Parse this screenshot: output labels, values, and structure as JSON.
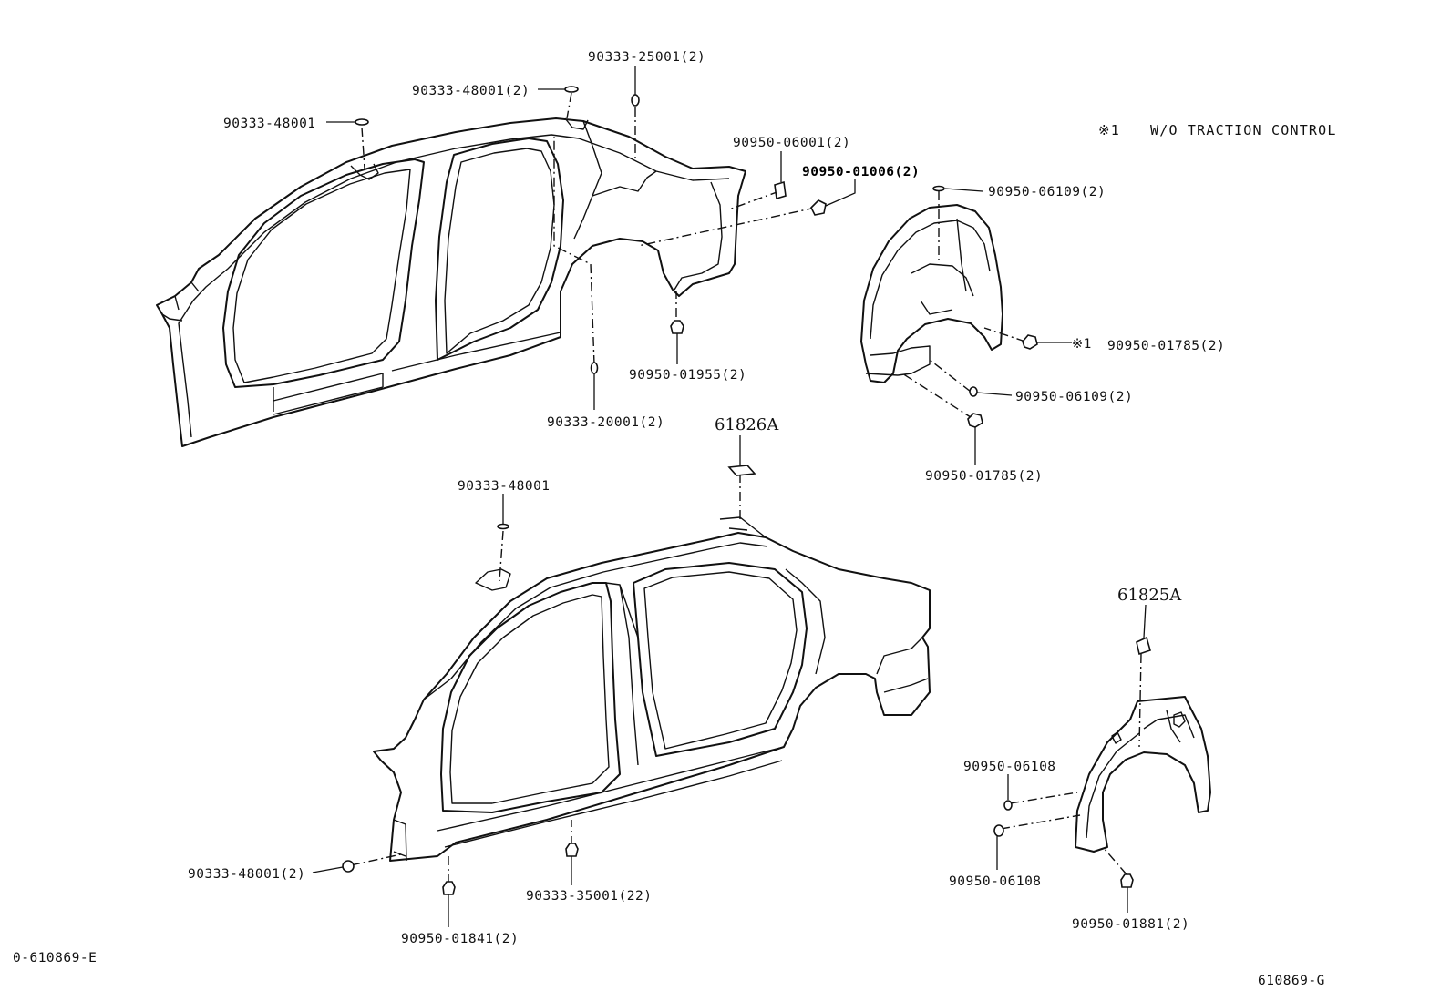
{
  "note": {
    "symbol": "※1",
    "text": "W/O TRACTION CONTROL"
  },
  "labels": {
    "p_25001_2": "90333-25001(2)",
    "p_48001_2_top": "90333-48001(2)",
    "p_48001_top": "90333-48001",
    "p_06001_2": "90950-06001(2)",
    "p_01006_2": "90950-01006(2)",
    "p_06109_2_top": "90950-06109(2)",
    "p_01785_2_right": "90950-01785(2)",
    "p_mark_1": "※1",
    "p_06109_2_mid": "90950-06109(2)",
    "p_01785_2_bottom": "90950-01785(2)",
    "p_01955_2": "90950-01955(2)",
    "p_20001_2": "90333-20001(2)",
    "p_61826a": "61826A",
    "p_48001_mid": "90333-48001",
    "p_61825a": "61825A",
    "p_06108_top": "90950-06108",
    "p_06108_bottom": "90950-06108",
    "p_48001_2_bottom": "90333-48001(2)",
    "p_35001_22": "90333-35001(22)",
    "p_01841_2": "90950-01841(2)",
    "p_01881_2": "90950-01881(2)"
  },
  "footer": {
    "left_code": "0-610869-E",
    "right_code": "610869-G"
  }
}
